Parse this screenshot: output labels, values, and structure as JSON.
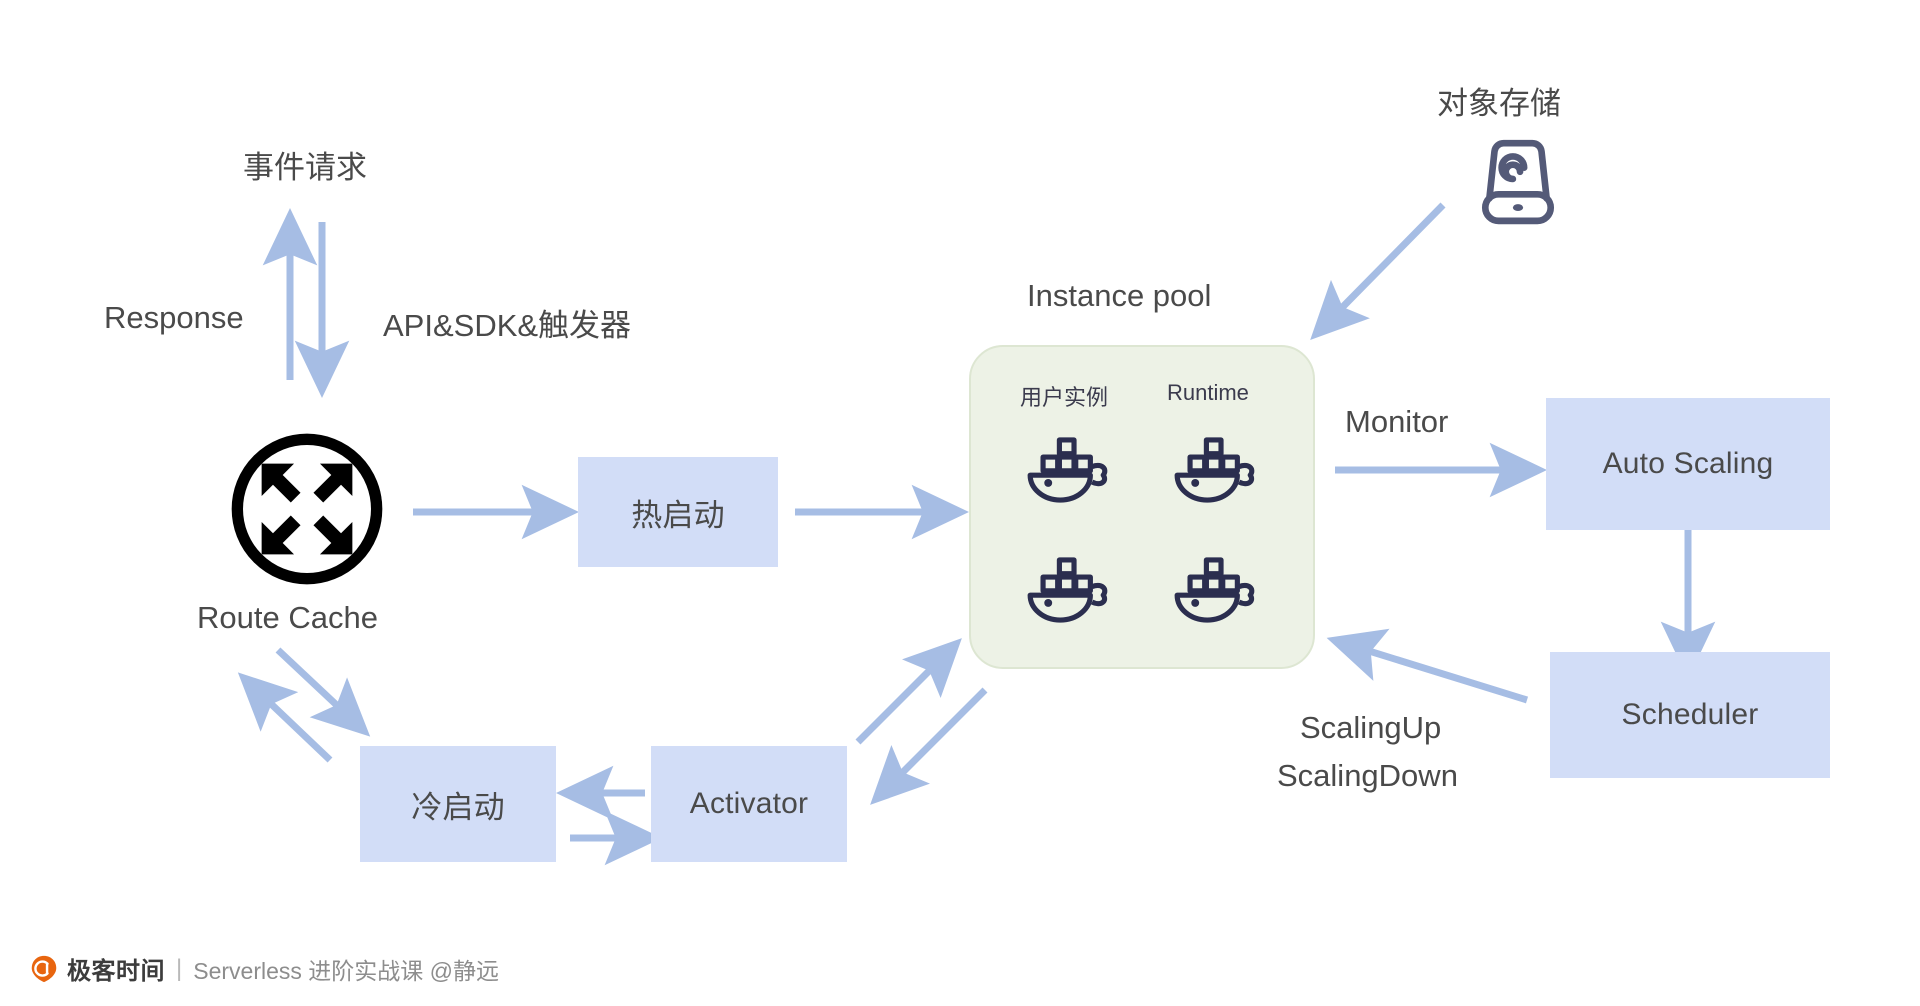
{
  "diagram": {
    "title": "Serverless instance scheduling architecture",
    "colors": {
      "box_fill": "#d2ddf7",
      "pool_fill": "#edf2e6",
      "pool_border": "#dde6d2",
      "arrow": "#a6bde4",
      "text": "#4a4a4a",
      "docker_icon": "#2b2e4f",
      "storage_icon": "#545a78",
      "route_icon": "#000000",
      "logo_orange": "#e8650f"
    },
    "labels": {
      "event_request": "事件请求",
      "response": "Response",
      "api_sdk_trigger": "API&SDK&触发器",
      "route_cache": "Route Cache",
      "object_storage": "对象存储",
      "instance_pool": "Instance pool",
      "user_instance": "用户实例",
      "runtime": "Runtime",
      "monitor": "Monitor",
      "scaling_up": "ScalingUp",
      "scaling_down": "ScalingDown"
    },
    "boxes": [
      {
        "id": "hot-start",
        "label": "热启动"
      },
      {
        "id": "cold-start",
        "label": "冷启动"
      },
      {
        "id": "activator",
        "label": "Activator"
      },
      {
        "id": "auto-scaling",
        "label": "Auto Scaling"
      },
      {
        "id": "scheduler",
        "label": "Scheduler"
      }
    ],
    "icons": {
      "route_cache": "route-spread-icon",
      "object_storage": "object-storage-icon",
      "docker": "docker-whale-icon"
    },
    "docker_instances": [
      {
        "column": "用户实例",
        "row": 1
      },
      {
        "column": "Runtime",
        "row": 1
      },
      {
        "column": "用户实例",
        "row": 2
      },
      {
        "column": "Runtime",
        "row": 2
      }
    ]
  },
  "footer": {
    "brand": "极客时间",
    "separator": "|",
    "course": "Serverless 进阶实战课 @静远"
  }
}
